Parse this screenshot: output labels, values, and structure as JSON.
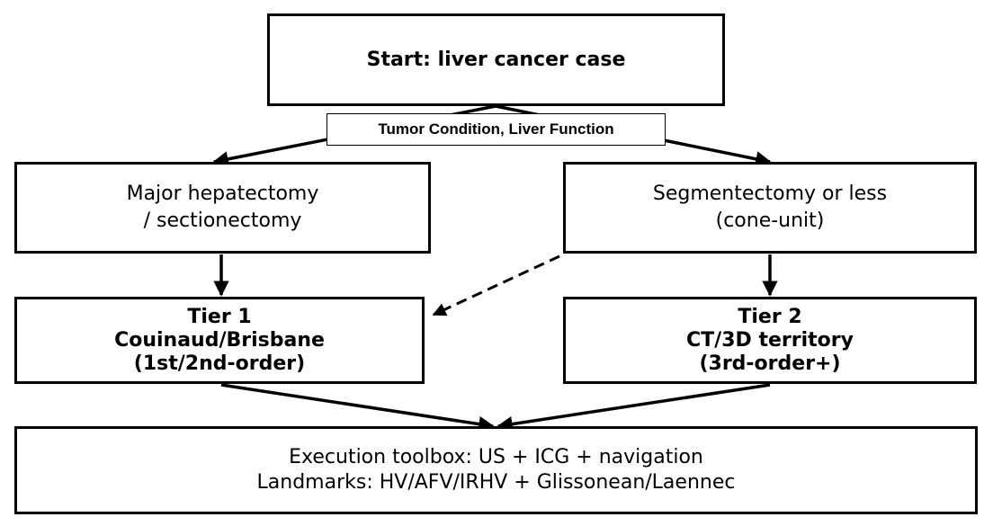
{
  "nodes": {
    "start": {
      "label": "Start: liver cancer case"
    },
    "criteria": {
      "label": "Tumor Condition, Liver Function"
    },
    "major": {
      "line1": "Major hepatectomy",
      "line2": "/ sectionectomy"
    },
    "segment": {
      "line1": "Segmentectomy or less",
      "line2": "(cone-unit)"
    },
    "tier1": {
      "line1": "Tier 1",
      "line2": "Couinaud/Brisbane",
      "line3": "(1st/2nd-order)"
    },
    "tier2": {
      "line1": "Tier 2",
      "line2": "CT/3D territory",
      "line3": "(3rd-order+)"
    },
    "execution": {
      "line1": "Execution toolbox: US + ICG + navigation",
      "line2": "Landmarks: HV/AFV/IRHV + Glissonean/Laennec"
    }
  },
  "edges": [
    {
      "from": "start",
      "to": "major",
      "style": "solid"
    },
    {
      "from": "start",
      "to": "segment",
      "style": "solid"
    },
    {
      "from": "major",
      "to": "tier1",
      "style": "solid"
    },
    {
      "from": "segment",
      "to": "tier2",
      "style": "solid"
    },
    {
      "from": "segment",
      "to": "tier1",
      "style": "dashed"
    },
    {
      "from": "tier1",
      "to": "execution",
      "style": "solid"
    },
    {
      "from": "tier2",
      "to": "execution",
      "style": "solid"
    }
  ]
}
